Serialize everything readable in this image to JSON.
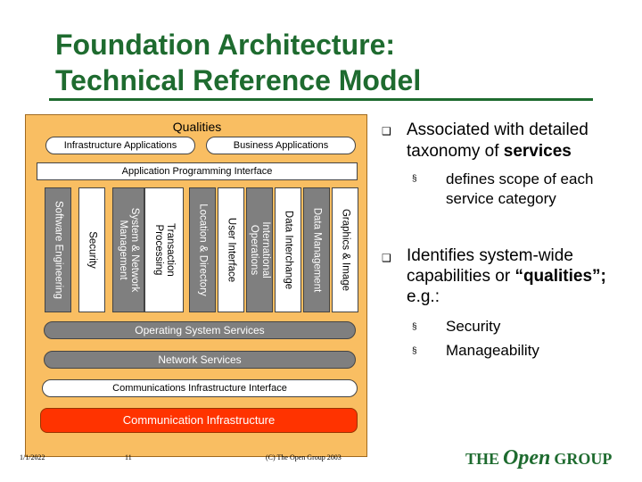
{
  "title": {
    "line1": "Foundation Architecture:",
    "line2": "Technical Reference Model"
  },
  "diagram": {
    "qualities": "Qualities",
    "infrastructure_apps": "Infrastructure Applications",
    "business_apps": "Business Applications",
    "api": "Application Programming Interface",
    "services": [
      "Graphics & Image",
      "Data Management",
      "Data Interchange",
      "International Operations",
      "User Interface",
      "Location & Directory",
      "Transaction Processing",
      "System & Network Management",
      "Security",
      "Software Engineering"
    ],
    "os_services": "Operating System Services",
    "network_services": "Network Services",
    "comm_interface": "Communications Infrastructure Interface",
    "comm_infra": "Communication Infrastructure"
  },
  "bullets": {
    "b1": "Associated with detailed taxonomy of",
    "b1_bold": "services",
    "b1_sub": "defines scope of each service category",
    "b2": "Identifies system-wide capabilities or",
    "b2_bold": "“qualities”;",
    "b2_tail": "e.g.:",
    "b2_sub1": "Security",
    "b2_sub2": "Manageability"
  },
  "footer": {
    "date": "1/1/2022",
    "page": "11",
    "copyright": "(C) The Open Group 2003",
    "logo_the": "THE",
    "logo_open": "Open",
    "logo_group": "GROUP"
  }
}
